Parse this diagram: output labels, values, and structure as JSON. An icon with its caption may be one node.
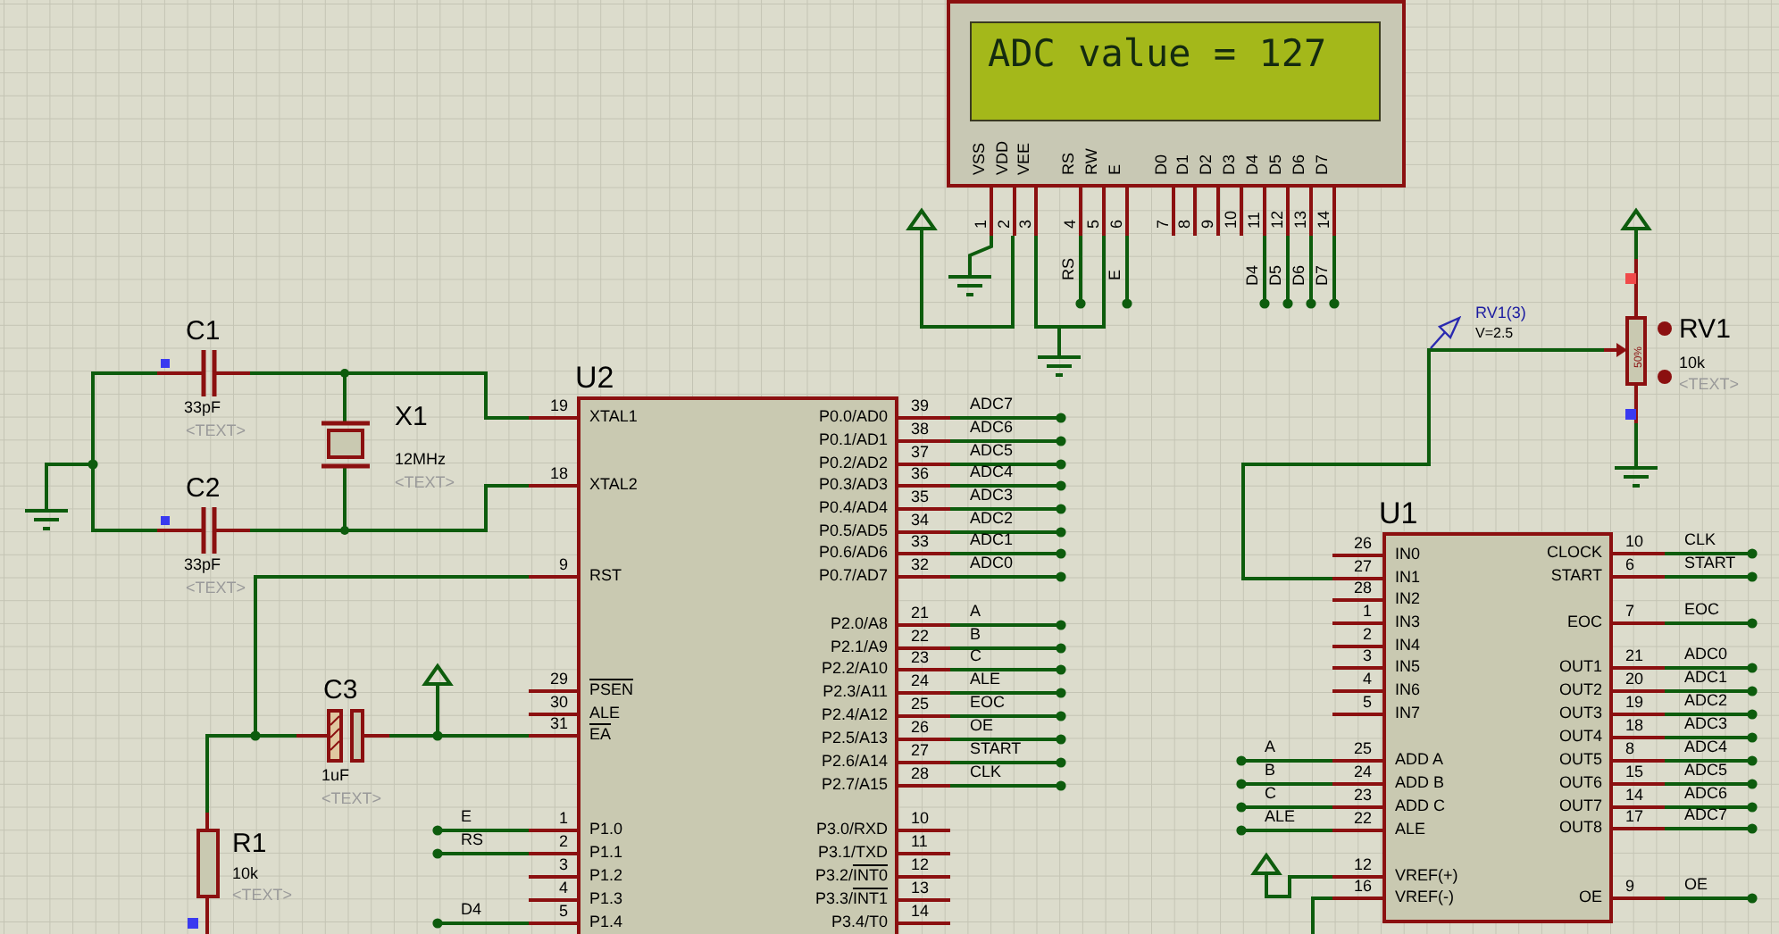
{
  "diagram": {
    "nodes": [
      {
        "text": [
          "ADC value = 127",
          "VSS",
          "VDD",
          "VEE",
          "RS",
          "RW",
          "E",
          "D0",
          "D1",
          "D2",
          "D3",
          "D4",
          "D5",
          "D6",
          "D7"
        ],
        "beside": [
          "1",
          "2",
          "3",
          "4",
          "5",
          "6",
          "7",
          "8",
          "9",
          "10",
          "11",
          "12",
          "13",
          "14",
          "RS",
          "E",
          "D4",
          "D5",
          "D6",
          "D7"
        ]
      },
      {
        "text": [],
        "shape": "arrow"
      },
      {
        "text": [],
        "shape": "ground"
      },
      {
        "text": [],
        "shape": "ground"
      },
      {
        "text": [
          "C1",
          "33pF",
          "<TEXT>"
        ]
      },
      {
        "text": [
          "C2",
          "33pF",
          "<TEXT>"
        ]
      },
      {
        "text": [
          "X1",
          "12MHz",
          "<TEXT>"
        ]
      },
      {
        "text": [],
        "shape": "ground"
      },
      {
        "text": [
          "U2",
          "XTAL1",
          "XTAL2",
          "RST",
          "PSEN",
          "ALE",
          "EA",
          "P1.0",
          "P1.1",
          "P1.2",
          "P1.3",
          "P1.4",
          "P0.0/AD0",
          "P0.1/AD1",
          "P0.2/AD2",
          "P0.3/AD3",
          "P0.4/AD4",
          "P0.5/AD5",
          "P0.6/AD6",
          "P0.7/AD7",
          "P2.0/A8",
          "P2.1/A9",
          "P2.2/A10",
          "P2.3/A11",
          "P2.4/A12",
          "P2.5/A13",
          "P2.6/A14",
          "P2.7/A15",
          "P3.0/RXD",
          "P3.1/TXD",
          "P3.2/INT0",
          "P3.3/INT1",
          "P3.4/T0"
        ],
        "beside": [
          "19",
          "18",
          "9",
          "29",
          "30",
          "31",
          "1",
          "2",
          "3",
          "4",
          "5",
          "39",
          "38",
          "37",
          "36",
          "35",
          "34",
          "33",
          "32",
          "21",
          "22",
          "23",
          "24",
          "25",
          "26",
          "27",
          "28",
          "10",
          "11",
          "12",
          "13",
          "14",
          "ADC7",
          "ADC6",
          "ADC5",
          "ADC4",
          "ADC3",
          "ADC2",
          "ADC1",
          "ADC0",
          "A",
          "B",
          "C",
          "ALE",
          "EOC",
          "OE",
          "START",
          "CLK",
          "E",
          "RS",
          "D4"
        ]
      },
      {
        "text": [
          "C3",
          "1uF",
          "<TEXT>"
        ]
      },
      {
        "text": [],
        "shape": "arrow"
      },
      {
        "text": [
          "R1",
          "10k",
          "<TEXT>"
        ]
      },
      {
        "text": [
          "U1",
          "IN0",
          "IN1",
          "IN2",
          "IN3",
          "IN4",
          "IN5",
          "IN6",
          "IN7",
          "ADD A",
          "ADD B",
          "ADD C",
          "ALE",
          "VREF(+)",
          "VREF(-)",
          "CLOCK",
          "START",
          "EOC",
          "OUT1",
          "OUT2",
          "OUT3",
          "OUT4",
          "OUT5",
          "OUT6",
          "OUT7",
          "OUT8",
          "OE"
        ],
        "beside": [
          "26",
          "27",
          "28",
          "1",
          "2",
          "3",
          "4",
          "5",
          "25",
          "24",
          "23",
          "22",
          "12",
          "16",
          "A",
          "B",
          "C",
          "ALE",
          "10",
          "6",
          "7",
          "21",
          "20",
          "19",
          "18",
          "8",
          "15",
          "14",
          "17",
          "9",
          "CLK",
          "START",
          "EOC",
          "ADC0",
          "ADC1",
          "ADC2",
          "ADC3",
          "ADC4",
          "ADC5",
          "ADC6",
          "ADC7",
          "OE"
        ]
      },
      {
        "text": [],
        "shape": "arrow"
      },
      {
        "text": [
          "50%",
          "RV1",
          "10k",
          "<TEXT>"
        ]
      },
      {
        "text": [],
        "shape": "arrow"
      },
      {
        "text": [],
        "shape": "ground"
      },
      {
        "text": [
          "RV1(3)",
          "V=2.5"
        ]
      }
    ],
    "edges": [
      {
        "from": 0,
        "to": 1,
        "arrow": "none"
      },
      {
        "from": 0,
        "to": 2,
        "arrow": "none"
      },
      {
        "from": 0,
        "to": 3,
        "arrow": "none"
      },
      {
        "from": 0,
        "to": 3,
        "arrow": "none"
      },
      {
        "from": 4,
        "to": 6,
        "arrow": "none"
      },
      {
        "from": 5,
        "to": 6,
        "arrow": "none"
      },
      {
        "from": 4,
        "to": 7,
        "arrow": "none"
      },
      {
        "from": 5,
        "to": 7,
        "arrow": "none"
      },
      {
        "from": 6,
        "to": 8,
        "arrow": "none"
      },
      {
        "from": 6,
        "to": 8,
        "arrow": "none"
      },
      {
        "from": 8,
        "to": 9,
        "arrow": "none"
      },
      {
        "from": 9,
        "to": 8,
        "arrow": "none"
      },
      {
        "from": 10,
        "to": 8,
        "arrow": "none"
      },
      {
        "from": 11,
        "to": 9,
        "arrow": "none"
      },
      {
        "from": 14,
        "to": 15,
        "arrow": "none"
      },
      {
        "from": 14,
        "to": 16,
        "arrow": "none"
      },
      {
        "from": 14,
        "to": 12,
        "arrow": "none"
      },
      {
        "from": 12,
        "to": 13,
        "arrow": "none"
      }
    ]
  }
}
